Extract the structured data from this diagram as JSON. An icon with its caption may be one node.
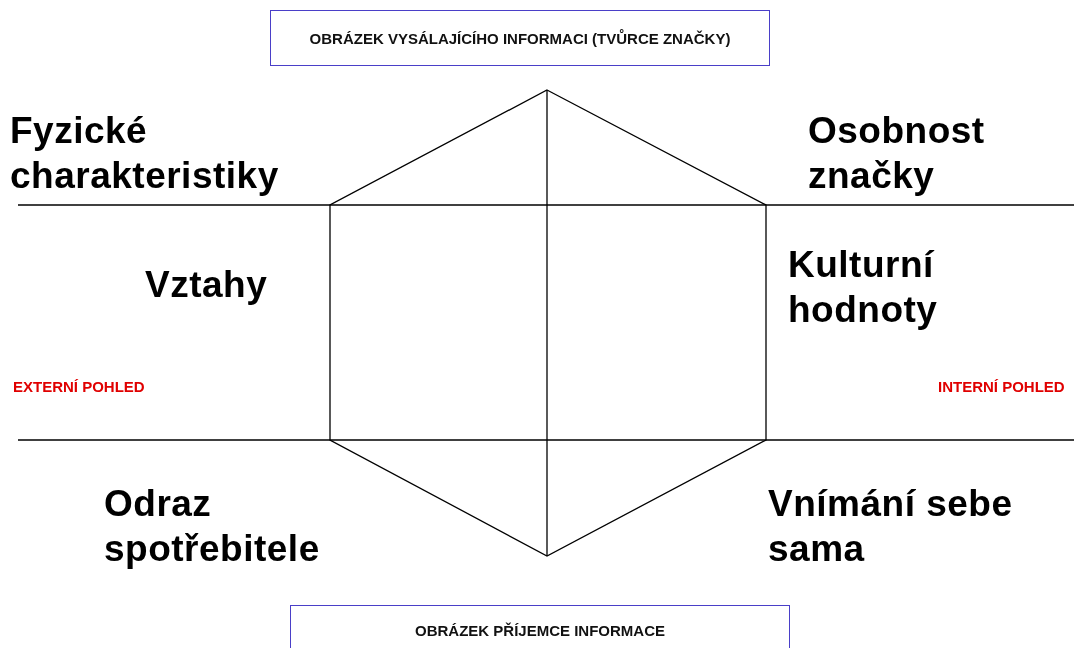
{
  "diagram": {
    "nodes": [
      {
        "text": [
          "OBRÁZEK VYSÁLAJÍCÍHO INFORMACI (TVŮRCE ZNAČKY)"
        ]
      },
      {
        "text": [
          "OBRÁZEK PŘÍJEMCE INFORMACE"
        ]
      }
    ],
    "labels": [
      "Fyzické charakteristiky",
      "Osobnost značky",
      "Vztahy",
      "Kulturní hodnoty",
      "EXTERNÍ POHLED",
      "INTERNÍ POHLED",
      "Odraz spotřebitele",
      "Vnímání sebe sama"
    ]
  }
}
